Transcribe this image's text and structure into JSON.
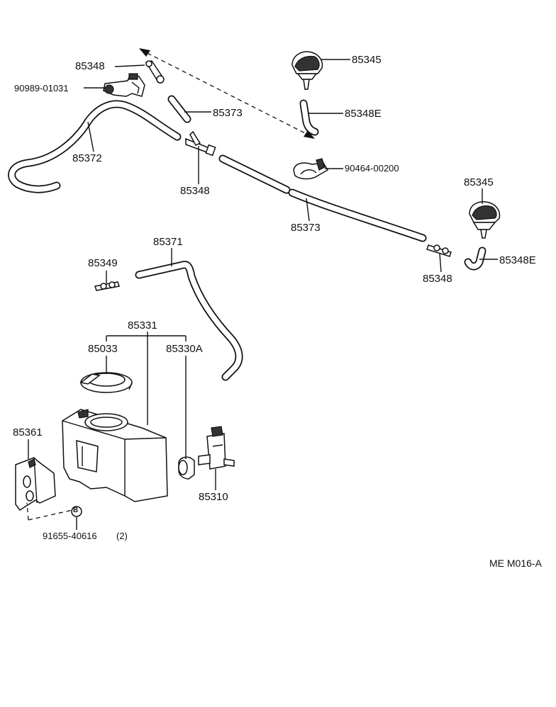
{
  "labels": {
    "p85348_top": "85348",
    "p90989": "90989-01031",
    "p85373_top": "85373",
    "p85372": "85372",
    "p85348_mid": "85348",
    "p85345_top": "85345",
    "p85348E_top": "85348E",
    "p90464": "90464-00200",
    "p85345_right": "85345",
    "p85373_mid": "85373",
    "p85348E_right": "85348E",
    "p85348_right": "85348",
    "p85371": "85371",
    "p85349": "85349",
    "p85331": "85331",
    "p85033": "85033",
    "p85330A": "85330A",
    "p85361": "85361",
    "p85310": "85310",
    "p91655": "91655-40616",
    "p91655_qty": "(2)",
    "bolt_marker": "B"
  },
  "reference": "ME M016-A"
}
